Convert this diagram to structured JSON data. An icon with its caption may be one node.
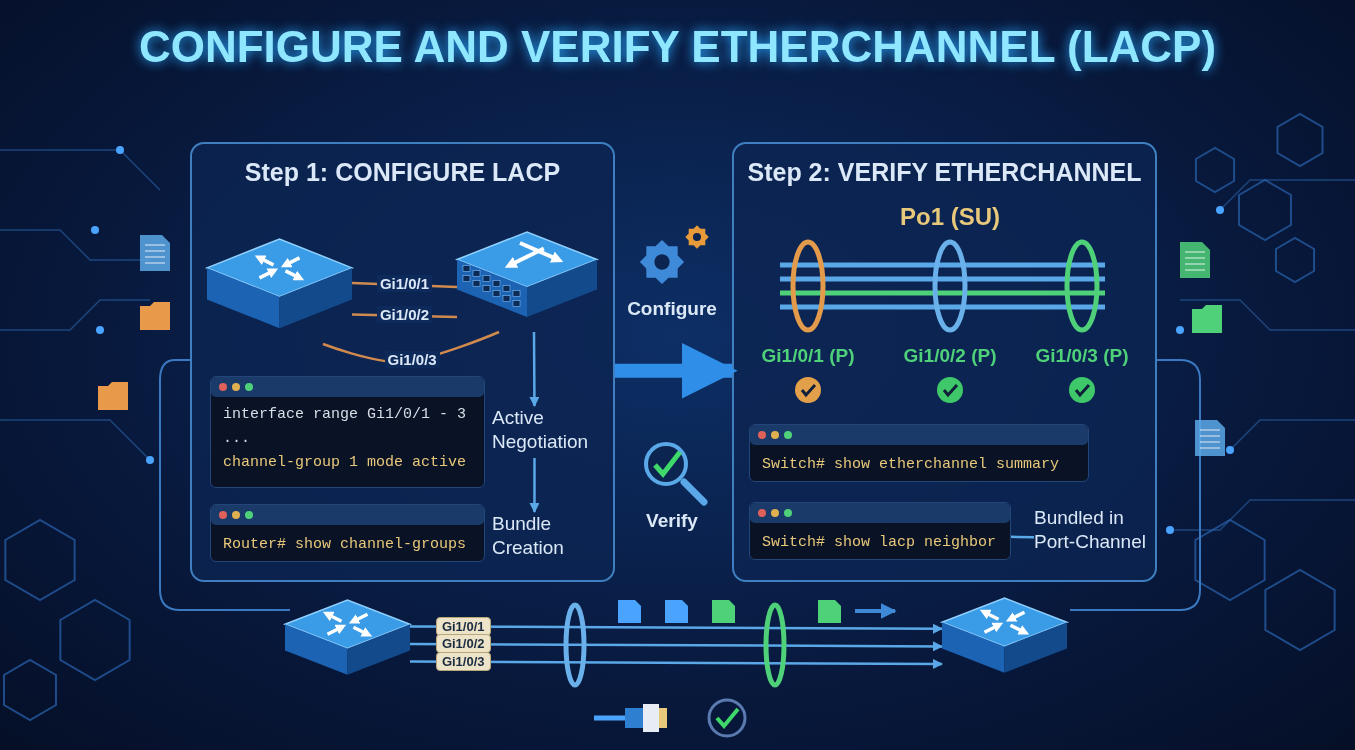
{
  "diagram": {
    "title": "CONFIGURE AND VERIFY ETHERCHANNEL (LACP)",
    "nodes": [
      {
        "text": [
          "Step 1: CONFIGURE LACP"
        ]
      },
      {
        "text": [],
        "shape": "picture",
        "in": 0
      },
      {
        "text": [],
        "shape": "picture",
        "in": 0
      },
      {
        "text": [
          "interface range Gi1/0/1 - 3",
          "...",
          "channel-group 1 mode active"
        ],
        "in": 0
      },
      {
        "text": [
          "Router# show channel-groups"
        ],
        "in": 0
      },
      {
        "text": [
          "Active Negotiation"
        ],
        "in": 0
      },
      {
        "text": [
          "Bundle Creation"
        ],
        "in": 0
      },
      {
        "text": [
          "Step 2: VERIFY ETHERCHANNEL"
        ]
      },
      {
        "text": [
          "Switch# show etherchannel summary"
        ],
        "in": 7
      },
      {
        "text": [
          "Switch# show lacp neighbor"
        ],
        "in": 7
      },
      {
        "text": [
          "Bundled in Port-Channel"
        ],
        "in": 7
      },
      {
        "text": [],
        "shape": "picture"
      },
      {
        "text": [],
        "shape": "picture"
      }
    ],
    "edges": [
      {
        "from": 1,
        "to": 2,
        "arrow": "none",
        "label": "Gi1/0/1",
        "color": "#d08a4e"
      },
      {
        "from": 1,
        "to": 2,
        "arrow": "none",
        "label": "Gi1/0/2",
        "color": "#d08a4e"
      },
      {
        "from": 1,
        "to": 2,
        "arrow": "none",
        "label": "Gi1/0/3",
        "color": "#d08a4e"
      },
      {
        "from": 2,
        "to": 5,
        "arrow": "to"
      },
      {
        "from": 5,
        "to": 6,
        "arrow": "to"
      },
      {
        "from": 9,
        "to": 10,
        "arrow": "none"
      },
      {
        "from": 0,
        "to": 7,
        "arrow": "to",
        "style": "thick"
      },
      {
        "from": 11,
        "to": 12,
        "arrow": "to",
        "label": "Gi1/0/1"
      },
      {
        "from": 11,
        "to": 12,
        "arrow": "to",
        "label": "Gi1/0/2"
      },
      {
        "from": 11,
        "to": 12,
        "arrow": "to",
        "label": "Gi1/0/3"
      }
    ],
    "labels": [
      "Po1 (SU)",
      "Configure",
      "Gi1/0/1 (P)",
      "Gi1/0/2 (P)",
      "Gi1/0/3 (P)",
      "Verify"
    ]
  }
}
